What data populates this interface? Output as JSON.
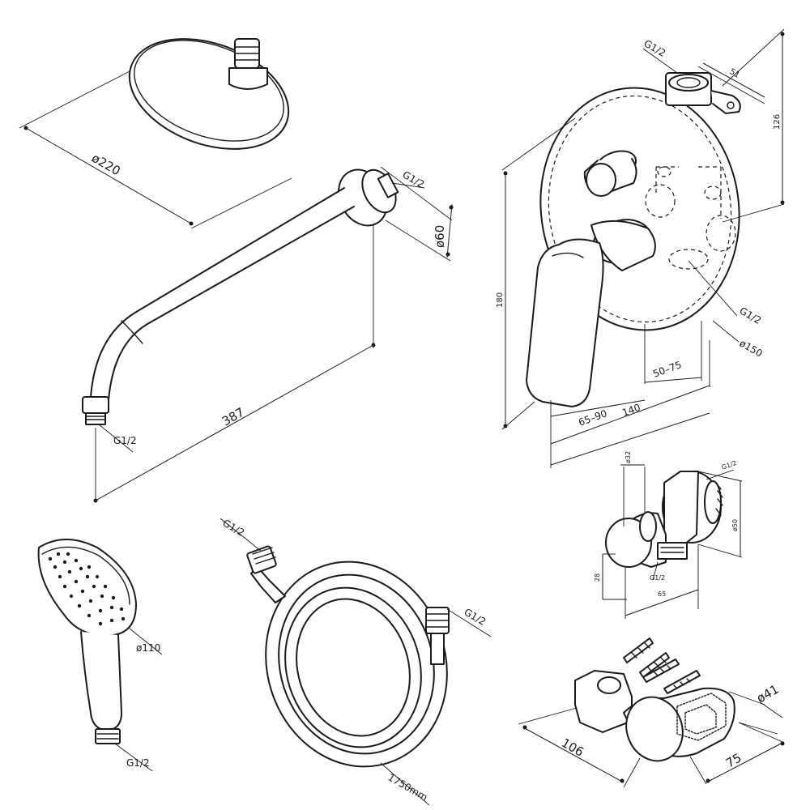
{
  "components": {
    "shower_head": {
      "diameter_label": "ø220"
    },
    "shower_arm": {
      "length_label": "387",
      "flange_label": "ø60",
      "inlet_thread": "G1/2",
      "outlet_thread": "G1/2"
    },
    "mixer": {
      "top_thread": "G1/2",
      "width_label": "51",
      "height_top_label": "126",
      "height_label": "180",
      "outlet_thread": "G1/2",
      "plate_label": "ø150",
      "depth_range_label": "50–75",
      "handle_range_label": "65–90",
      "total_depth_label": "140"
    },
    "wall_outlet": {
      "top_thread": "G1/2",
      "depth_label": "ø32",
      "diameter_label": "ø50",
      "height_label": "28",
      "bottom_thread": "G1/2",
      "width_label": "65"
    },
    "hand_shower": {
      "diameter_label": "ø110",
      "thread_label": "G1/2"
    },
    "hose": {
      "thread_top": "G1/2",
      "thread_right": "G1/2",
      "length_label": "1750mm"
    },
    "holder": {
      "length_label": "106",
      "width_label": "75",
      "diameter_label": "ø41"
    }
  },
  "colors": {
    "line": "#1a1a1a",
    "background": "#ffffff"
  }
}
